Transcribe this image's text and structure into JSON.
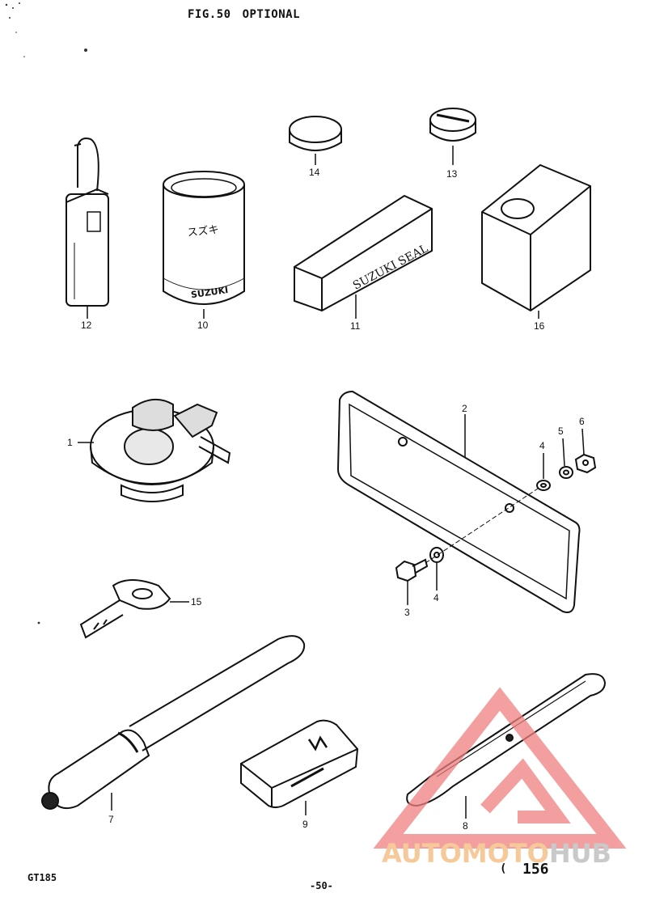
{
  "header": {
    "fig": "FIG.50",
    "title": "OPTIONAL"
  },
  "parts": [
    {
      "ref": "12"
    },
    {
      "ref": "10"
    },
    {
      "ref": "14"
    },
    {
      "ref": "13"
    },
    {
      "ref": "11"
    },
    {
      "ref": "16"
    },
    {
      "ref": "1"
    },
    {
      "ref": "2"
    },
    {
      "ref": "4"
    },
    {
      "ref": "5"
    },
    {
      "ref": "6"
    },
    {
      "ref": "3"
    },
    {
      "ref": "4"
    },
    {
      "ref": "15"
    },
    {
      "ref": "7"
    },
    {
      "ref": "9"
    },
    {
      "ref": "8"
    }
  ],
  "can_label": {
    "line1": "スズキ",
    "line2": "SUZUKI"
  },
  "seal_label": "SUZUKI SEAL",
  "footer": {
    "model": "GT185",
    "page": "-50-",
    "sheet": "156",
    "sheet_prefix": "("
  },
  "watermark": {
    "part1": "AUTOMOTO",
    "part2": "HUB",
    "color_primary": "#f08080",
    "color_text": "#f6c99a"
  }
}
